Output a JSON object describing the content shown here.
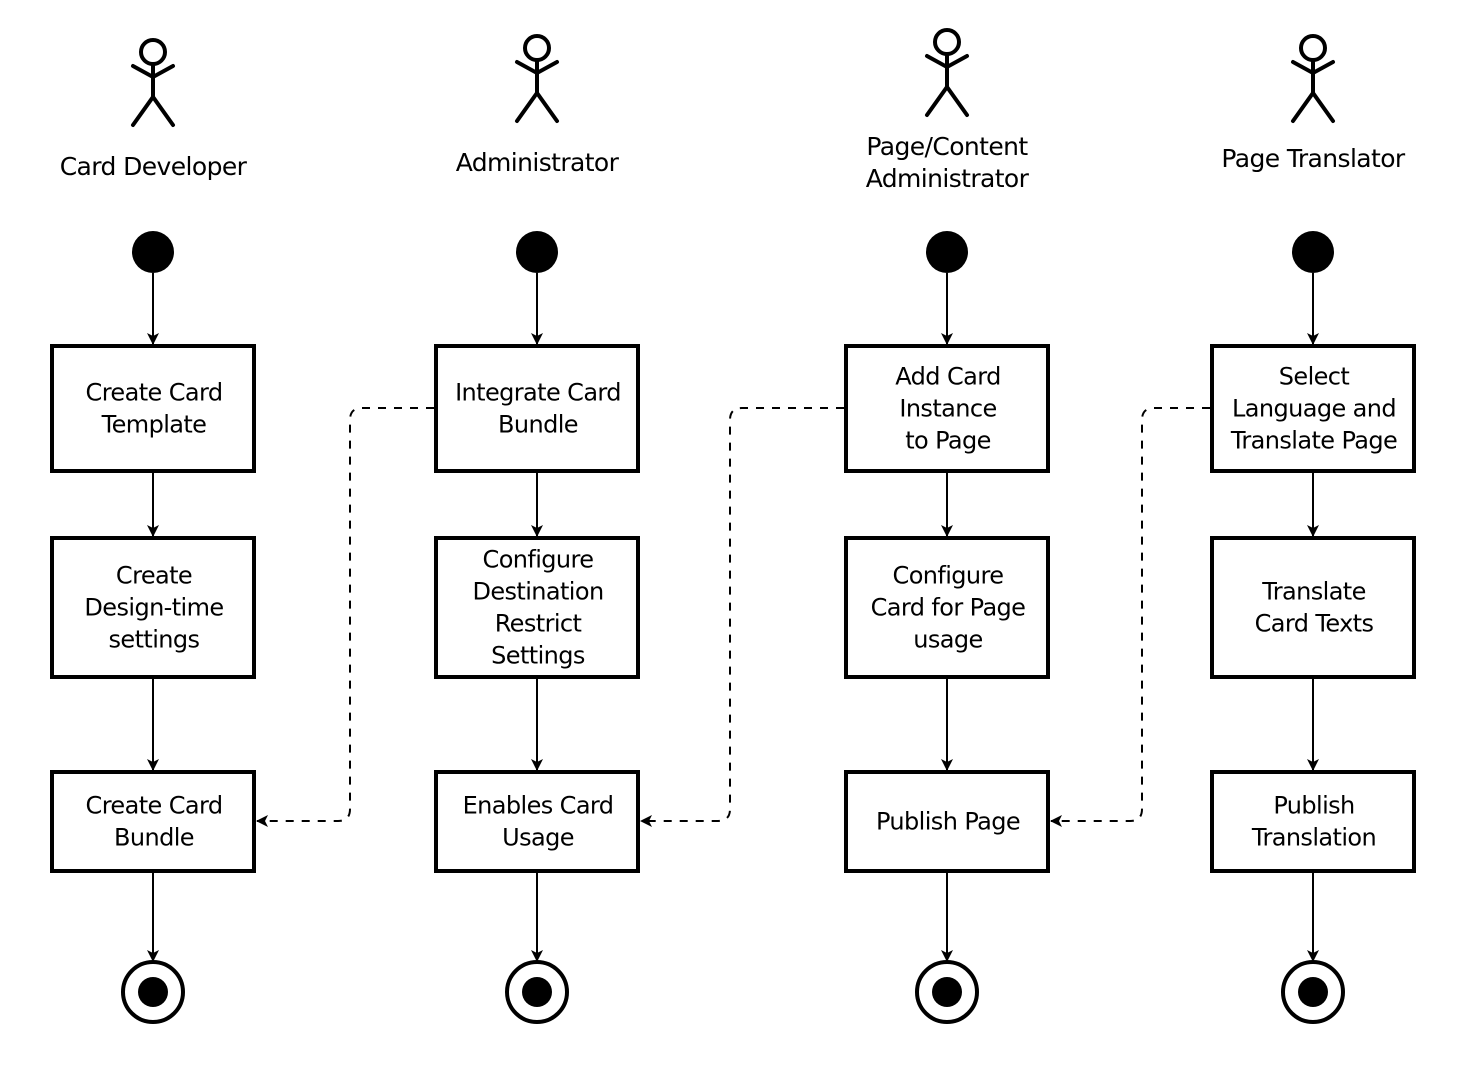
{
  "diagram": {
    "type": "UML activity diagram with swimlane actors",
    "swimlanes": [
      {
        "actor": "Card Developer",
        "actor_lines": [
          "Card Developer"
        ],
        "icon": "actor-stick-figure-icon",
        "activities": [
          {
            "id": "create-card-template",
            "lines": [
              "Create Card",
              "Template"
            ]
          },
          {
            "id": "create-design-time-settings",
            "lines": [
              "Create",
              "Design-time",
              "settings"
            ]
          },
          {
            "id": "create-card-bundle",
            "lines": [
              "Create Card",
              "Bundle"
            ]
          }
        ]
      },
      {
        "actor": "Administrator",
        "actor_lines": [
          "Administrator"
        ],
        "icon": "actor-stick-figure-icon",
        "activities": [
          {
            "id": "integrate-card-bundle",
            "lines": [
              "Integrate Card",
              "Bundle"
            ]
          },
          {
            "id": "configure-destination-restrict-settings",
            "lines": [
              "Configure",
              "Destination",
              "Restrict",
              "Settings"
            ]
          },
          {
            "id": "enables-card-usage",
            "lines": [
              "Enables Card",
              "Usage"
            ]
          }
        ]
      },
      {
        "actor": "Page/Content Administrator",
        "actor_lines": [
          "Page/Content",
          "Administrator"
        ],
        "icon": "actor-stick-figure-icon",
        "activities": [
          {
            "id": "add-card-instance-to-page",
            "lines": [
              "Add Card",
              "Instance",
              "to Page"
            ]
          },
          {
            "id": "configure-card-for-page-usage",
            "lines": [
              "Configure",
              "Card for Page",
              "usage"
            ]
          },
          {
            "id": "publish-page",
            "lines": [
              "Publish Page"
            ]
          }
        ]
      },
      {
        "actor": "Page Translator",
        "actor_lines": [
          "Page Translator"
        ],
        "icon": "actor-stick-figure-icon",
        "activities": [
          {
            "id": "select-language-and-translate-page",
            "lines": [
              "Select",
              "Language and",
              "Translate Page"
            ]
          },
          {
            "id": "translate-card-texts",
            "lines": [
              "Translate",
              "Card Texts"
            ]
          },
          {
            "id": "publish-translation",
            "lines": [
              "Publish",
              "Translation"
            ]
          }
        ]
      }
    ],
    "dependencies": [
      {
        "from": "integrate-card-bundle",
        "to": "create-card-bundle",
        "style": "dashed"
      },
      {
        "from": "add-card-instance-to-page",
        "to": "enables-card-usage",
        "style": "dashed"
      },
      {
        "from": "select-language-and-translate-page",
        "to": "publish-page",
        "style": "dashed"
      }
    ],
    "nodes": {
      "start": "initial-node-icon",
      "end": "final-node-icon"
    },
    "colors": {
      "stroke": "#000000",
      "background": "#ffffff"
    }
  }
}
